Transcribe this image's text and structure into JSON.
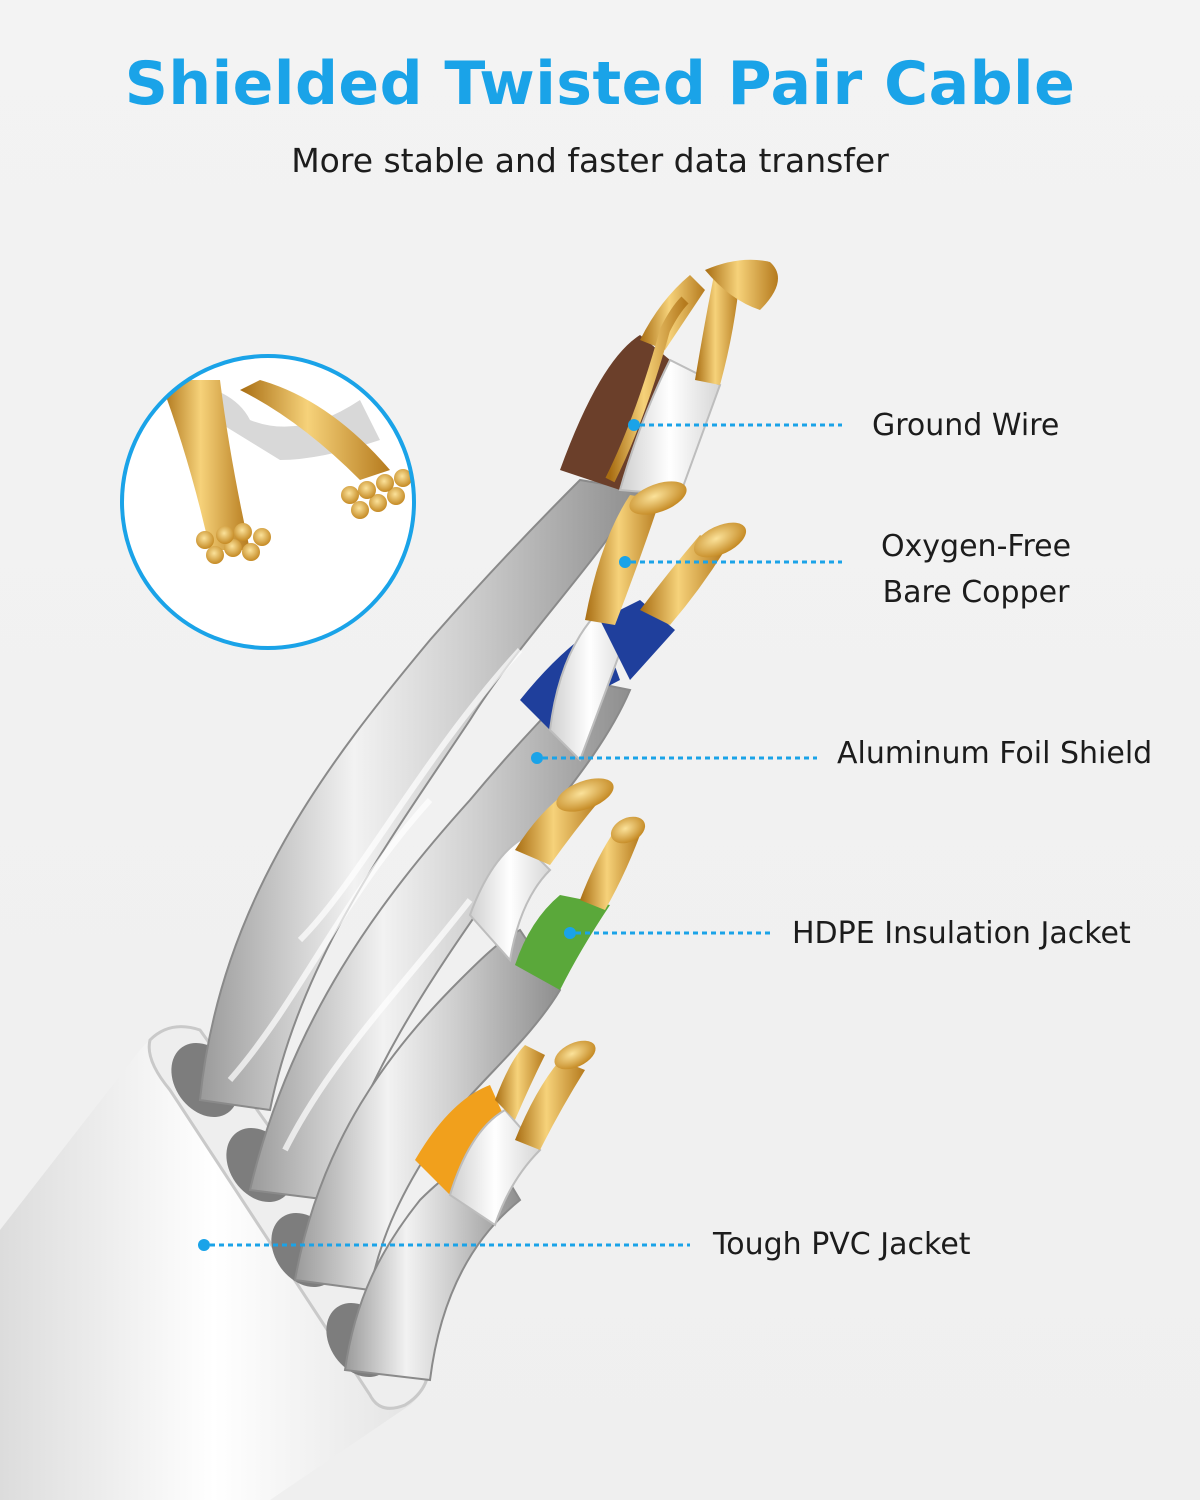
{
  "title": "Shielded Twisted Pair Cable",
  "subtitle": "More stable and faster data transfer",
  "colors": {
    "accent": "#1aa3e8",
    "copper": "#d9a53c",
    "foil": "#c9c9c9",
    "brown_wire": "#6b3f2a",
    "blue_wire": "#1f3f9c",
    "green_wire": "#5aa83a",
    "orange_wire": "#f1a01c",
    "jacket": "#f7f7f7"
  },
  "callouts": [
    {
      "id": "ground-wire",
      "lines": [
        "Ground Wire"
      ]
    },
    {
      "id": "oxygen-free-bare-copper",
      "lines": [
        "Oxygen-Free",
        "Bare Copper"
      ]
    },
    {
      "id": "aluminum-foil-shield",
      "lines": [
        "Aluminum Foil Shield"
      ]
    },
    {
      "id": "hdpe-insulation-jacket",
      "lines": [
        "HDPE Insulation Jacket"
      ]
    },
    {
      "id": "tough-pvc-jacket",
      "lines": [
        "Tough PVC Jacket"
      ]
    }
  ],
  "zoom_inset": {
    "icon": "copper-strands-closeup"
  }
}
